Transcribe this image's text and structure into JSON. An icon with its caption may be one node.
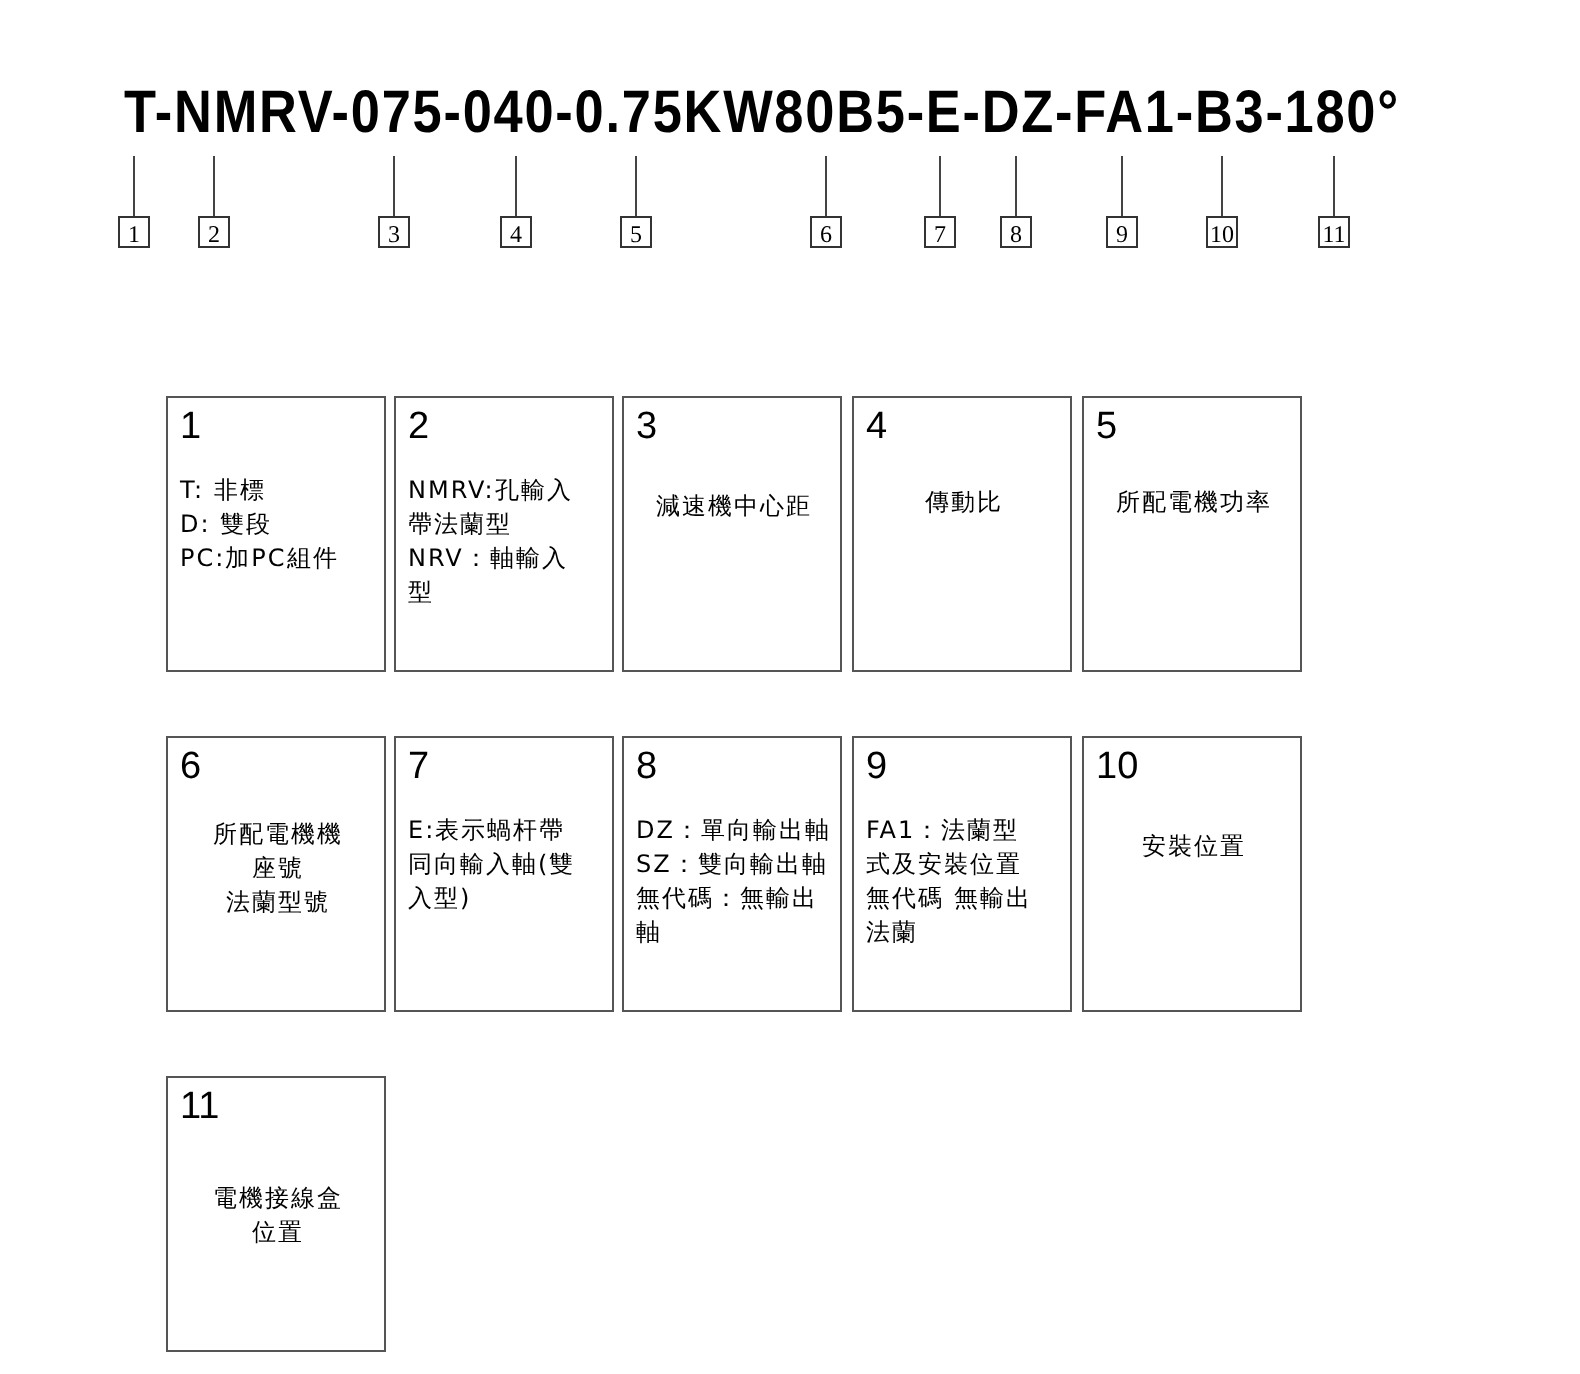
{
  "diagram": {
    "title": "T-NMRV-075-040-0.75KW80B5-E-DZ-FA1-B3-180°",
    "nodes": [
      {
        "text": [
          "1"
        ]
      },
      {
        "text": [
          "2"
        ]
      },
      {
        "text": [
          "3"
        ]
      },
      {
        "text": [
          "4"
        ]
      },
      {
        "text": [
          "5"
        ]
      },
      {
        "text": [
          "6"
        ]
      },
      {
        "text": [
          "7"
        ]
      },
      {
        "text": [
          "8"
        ]
      },
      {
        "text": [
          "9"
        ]
      },
      {
        "text": [
          "10"
        ]
      },
      {
        "text": [
          "11"
        ]
      },
      {
        "text": [
          "1",
          "T:  非標",
          "D:  雙段",
          "PC:加PC組件"
        ]
      },
      {
        "text": [
          "2",
          "NMRV:孔輸入帶法蘭型",
          "NRV：軸輸入型"
        ]
      },
      {
        "text": [
          "3",
          "減速機中心距"
        ]
      },
      {
        "text": [
          "4",
          "傳動比"
        ]
      },
      {
        "text": [
          "5",
          "所配電機功率"
        ]
      },
      {
        "text": [
          "6",
          "所配電機機座號",
          "法蘭型號"
        ]
      },
      {
        "text": [
          "7",
          "E:表示蝸杆帶同向輸入軸(雙入型)"
        ]
      },
      {
        "text": [
          "8",
          "DZ：單向輸出軸",
          "SZ：雙向輸出軸",
          "無代碼：無輸出軸"
        ]
      },
      {
        "text": [
          "9",
          "FA1：法蘭型式及安裝位置",
          "無代碼 無輸出法蘭"
        ]
      },
      {
        "text": [
          "10",
          "安裝位置"
        ]
      },
      {
        "text": [
          "11",
          "電機接線盒位置"
        ]
      }
    ],
    "edges": [
      {
        "from": 0,
        "to": null,
        "arrow": "none"
      },
      {
        "from": 1,
        "to": null,
        "arrow": "none"
      },
      {
        "from": 2,
        "to": null,
        "arrow": "none"
      },
      {
        "from": 3,
        "to": null,
        "arrow": "none"
      },
      {
        "from": 4,
        "to": null,
        "arrow": "none"
      },
      {
        "from": 5,
        "to": null,
        "arrow": "none"
      },
      {
        "from": 6,
        "to": null,
        "arrow": "none"
      },
      {
        "from": 7,
        "to": null,
        "arrow": "none"
      },
      {
        "from": 8,
        "to": null,
        "arrow": "none"
      },
      {
        "from": 9,
        "to": null,
        "arrow": "none"
      },
      {
        "from": 10,
        "to": null,
        "arrow": "none"
      }
    ]
  }
}
